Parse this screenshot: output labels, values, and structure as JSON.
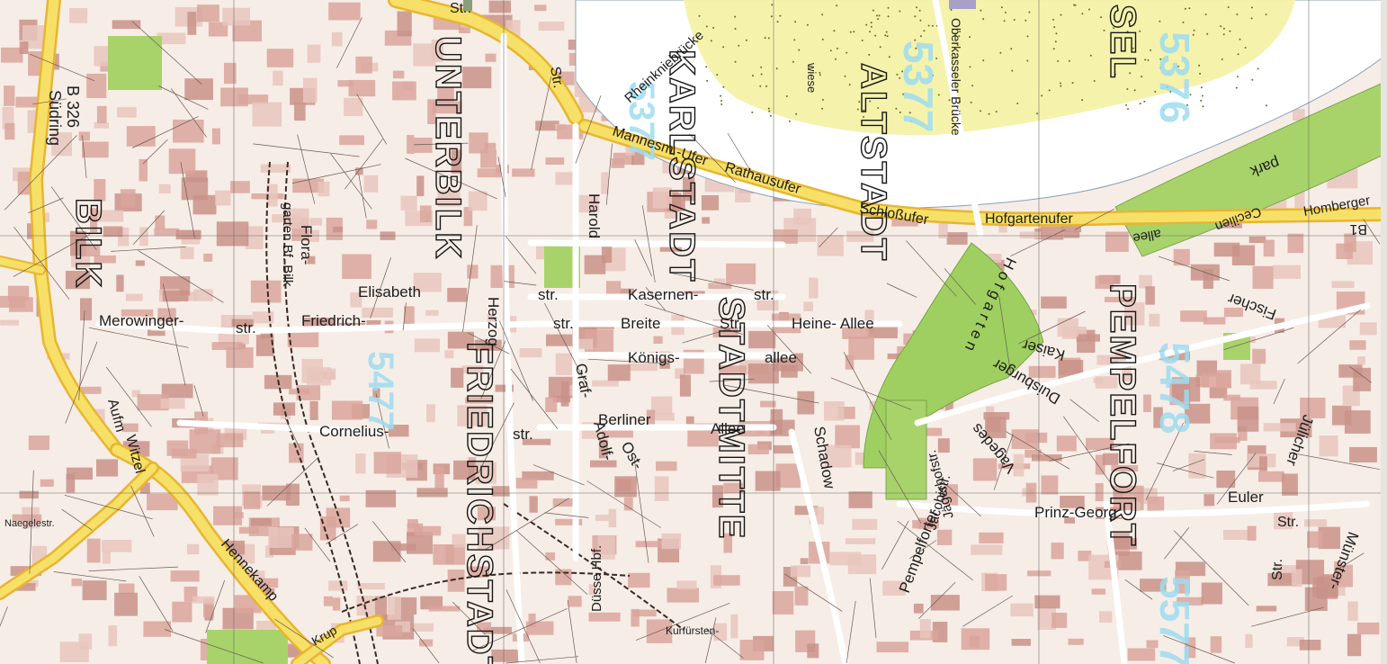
{
  "map": {
    "districts": [
      "UNTERBILK",
      "FRIEDRICHSTADT",
      "KARLSTADT",
      "STADTMITTE",
      "ALTSTADT",
      "PEMPELFORT",
      "BILK",
      "SEL"
    ],
    "grid_numbers": [
      "5377",
      "5376",
      "5377",
      "5478",
      "5577",
      "5477"
    ],
    "roads": {
      "b326": "B 326",
      "suedring": "Südring",
      "b1": "B1",
      "str_top": "Str.",
      "rheinkniebruecke": "Rheinkniebrücke",
      "mannesmannufer": "Mannesm.-Ufer",
      "rathausufer": "Rathausufer",
      "schlossufer": "Schloßufer",
      "hofgartenufer": "Hofgartenufer",
      "oberkasseler": "Oberkasseler Brücke",
      "cecilien": "Cecilien",
      "allee": "allee",
      "homberger": "Homberger",
      "hennekamp": "Hennekamp",
      "witzel": "Witzel",
      "aufm": "Aufm",
      "merowinger": "Merowinger-",
      "merowinger_str": "str.",
      "friedrich": "Friedrich-",
      "friedrich_str": "str.",
      "elisabeth": "Elisabeth",
      "elisabeth_str": "str.",
      "kasernen": "Kasernen-",
      "kasernen_str": "str.",
      "breite": "Breite",
      "breite_str": "Str.",
      "heine_allee": "Heine- Allee",
      "koenigs": "Königs-",
      "koenigs_allee": "allee",
      "berliner": "Berliner",
      "berliner_allee": "Allee",
      "cornelius": "Cornelius-",
      "cornelius_str": "str.",
      "graf_adolf": "Graf-",
      "adolf": "Adolf-",
      "ost": "Ost-",
      "harold": "Harold",
      "herzog": "Herzog",
      "prinz_georg": "Prinz-Georg",
      "euler": "Euler",
      "fischer": "Fischer",
      "kaiser": "Kaiser",
      "duisburger": "Duisburger",
      "vagedes": "Vagedes",
      "jaegerhof": "Jägerhofstr.",
      "schadow": "Schadow",
      "jacobi": "Jacobistr.",
      "pempelforter": "Pempelforter",
      "juelicher": "Jülicher",
      "muenster": "Münster-",
      "kruppstr": "Krup",
      "flora": "Flora-",
      "garten_bilk": "garten Bf. Bilk",
      "hofgarten": "H o f g a r t e n",
      "park": "park",
      "wiese": "wiese",
      "kurfuersten": "Kurfürsten-",
      "duess_hbf": "Düsse Hbf.",
      "naegelestr": "Naegelestr."
    },
    "bridge_labels": [
      "Str.",
      "Str.",
      "Str."
    ]
  }
}
